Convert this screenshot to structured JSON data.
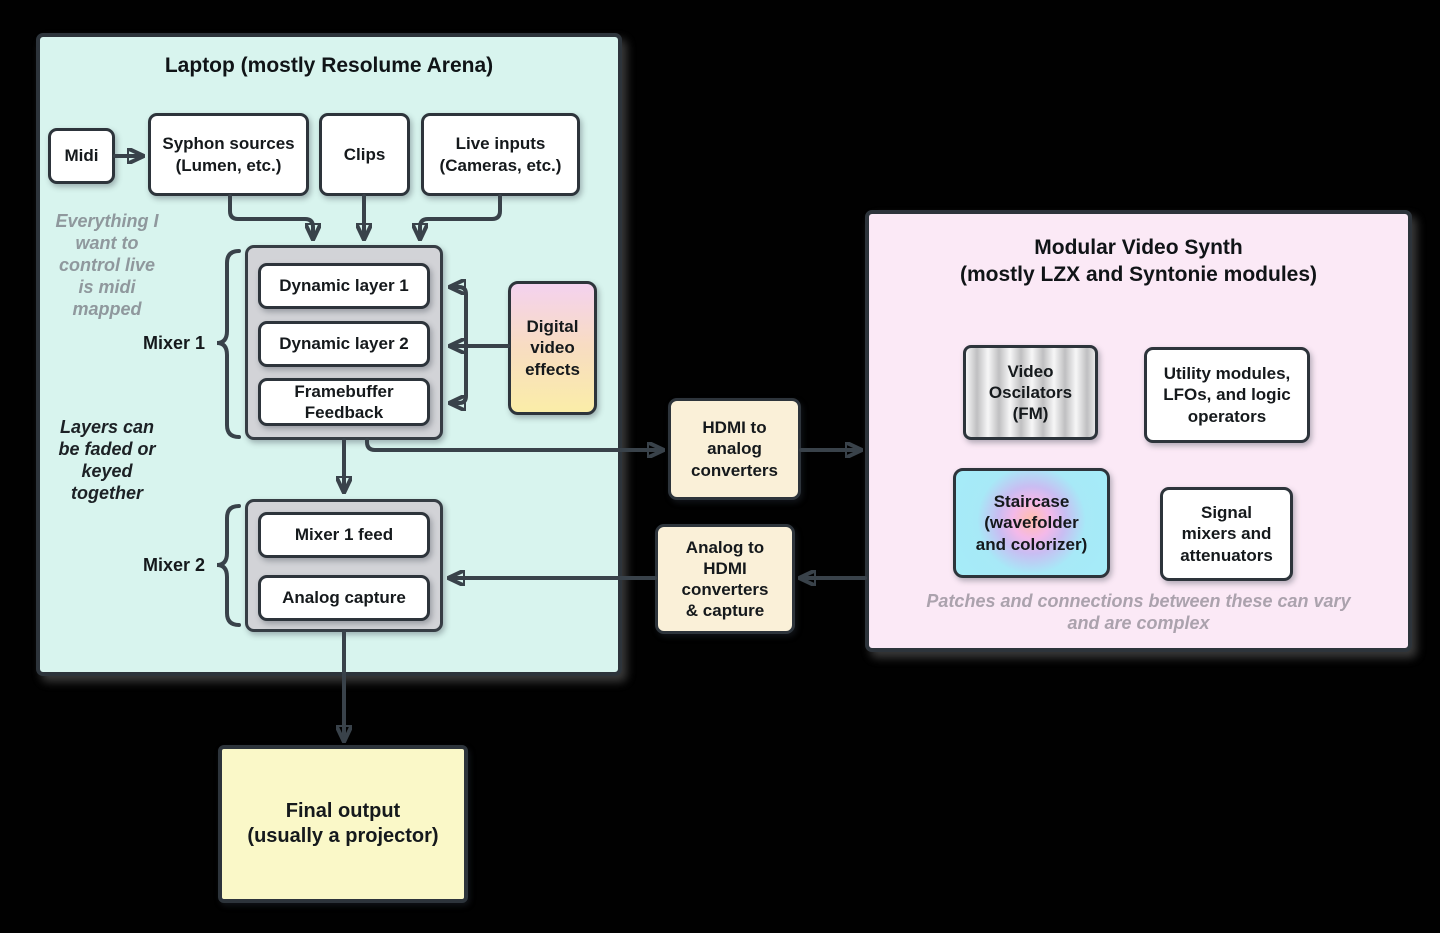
{
  "laptop": {
    "title": "Laptop (mostly Resolume Arena)",
    "nodes": {
      "midi": "Midi",
      "syphon": "Syphon sources\n(Lumen, etc.)",
      "clips": "Clips",
      "live_inputs": "Live inputs\n(Cameras, etc.)"
    },
    "notes": {
      "midi_mapped": "Everything I\nwant to\ncontrol live\nis midi\nmapped",
      "layers": "Layers can\nbe faded or\nkeyed\ntogether"
    },
    "mixer1": {
      "label": "Mixer 1",
      "layers": [
        "Dynamic layer 1",
        "Dynamic layer 2",
        "Framebuffer\nFeedback"
      ]
    },
    "dve_label": "Digital\nvideo\neffects",
    "mixer2": {
      "label": "Mixer 2",
      "layers": [
        "Mixer 1 feed",
        "Analog capture"
      ]
    }
  },
  "converters": {
    "hdmi_to_analog": "HDMI to\nanalog\nconverters",
    "analog_to_hdmi": "Analog to\nHDMI\nconverters\n& capture"
  },
  "synth": {
    "title": "Modular Video Synth\n(mostly LZX and Syntonie modules)",
    "modules": [
      "Video\nOscilators\n(FM)",
      "Utility modules,\nLFOs, and logic\noperators",
      "Staircase\n(wavefolder\nand colorizer)",
      "Signal\nmixers and\nattenuators"
    ],
    "note": "Patches and connections between these can vary\nand are complex"
  },
  "final_output": {
    "label": "Final output\n(usually a projector)"
  },
  "colors": {
    "background": "#010101",
    "laptop_fill": "#d8f4ee",
    "synth_fill": "#fbe9f6",
    "mixer_fill": "#d2d3d7",
    "converter_fill": "#faf0d8",
    "final_output_fill": "#faf8c8",
    "stroke": "#2d343b",
    "arrow": "#39424a",
    "note_gray": "#8f989d",
    "dve_gradient_top": "#f4d2ef",
    "dve_gradient_bottom": "#faeda8",
    "staircase_base": "#a5ecf8"
  }
}
